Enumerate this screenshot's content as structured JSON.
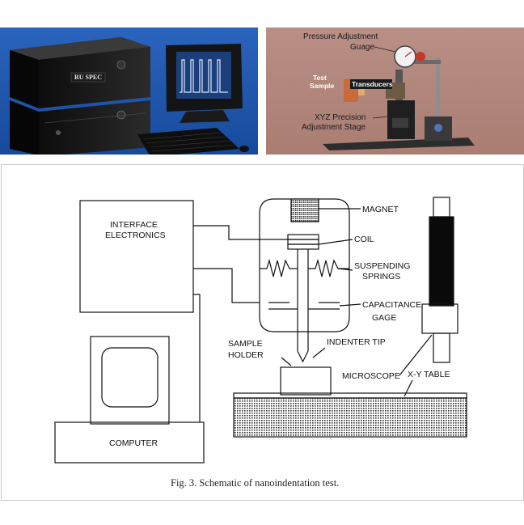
{
  "photo_left": {
    "panel_text": "RU SPEC"
  },
  "photo_right": {
    "labels": {
      "pressure_line1": "Pressure Adjustment",
      "pressure_line2": "Guage",
      "test_sample_line1": "Test",
      "test_sample_line2": "Sample",
      "transducers": "Transducers",
      "xyz_line1": "XYZ Precision",
      "xyz_line2": "Adjustment Stage"
    }
  },
  "schematic": {
    "labels": {
      "interface_line1": "INTERFACE",
      "interface_line2": "ELECTRONICS",
      "magnet": "MAGNET",
      "coil": "COIL",
      "springs_line1": "SUSPENDING",
      "springs_line2": "SPRINGS",
      "cap_line1": "CAPACITANCE",
      "cap_line2": "GAGE",
      "indenter_tip": "INDENTER TIP",
      "sample_line1": "SAMPLE",
      "sample_line2": "HOLDER",
      "microscope": "MICROSCOPE",
      "xy_table": "X-Y TABLE",
      "computer": "COMPUTER"
    },
    "caption": "Fig. 3. Schematic of nanoindentation test."
  }
}
